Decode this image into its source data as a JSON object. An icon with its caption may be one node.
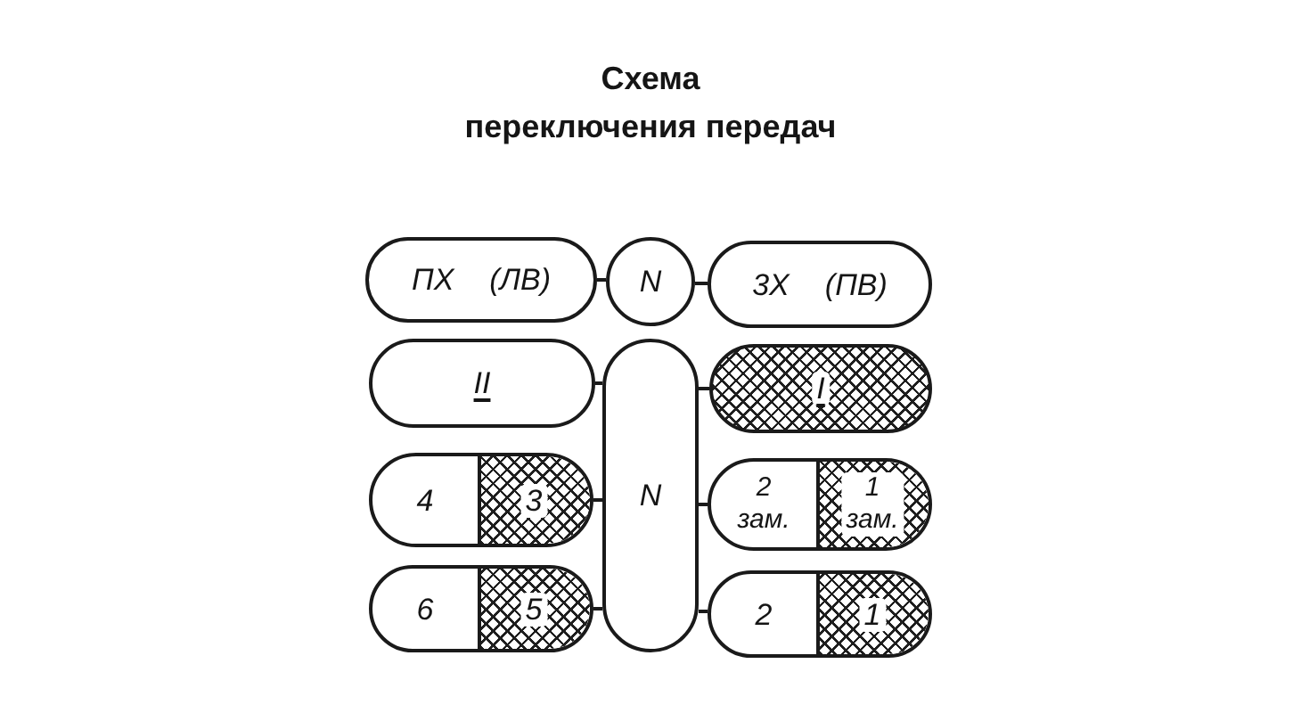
{
  "diagram": {
    "title": "Схема переключения передач",
    "nodes": [
      {
        "text": [
          "ПХ (ЛВ)"
        ]
      },
      {
        "text": [
          "N"
        ]
      },
      {
        "text": [
          "3Х (ПВ)"
        ]
      },
      {
        "text": [
          "II"
        ]
      },
      {
        "text": [
          "N"
        ]
      },
      {
        "text": [
          "I"
        ]
      },
      {
        "text": [
          "4",
          "3"
        ]
      },
      {
        "text": [
          "2 зам.",
          "1 зам."
        ]
      },
      {
        "text": [
          "6",
          "5"
        ]
      },
      {
        "text": [
          "2",
          "1"
        ]
      }
    ],
    "edges": [
      {
        "from": 0,
        "to": 1,
        "arrow": "none"
      },
      {
        "from": 1,
        "to": 2,
        "arrow": "none"
      },
      {
        "from": 3,
        "to": 4,
        "arrow": "none"
      },
      {
        "from": 4,
        "to": 5,
        "arrow": "none"
      },
      {
        "from": 6,
        "to": 4,
        "arrow": "none"
      },
      {
        "from": 4,
        "to": 7,
        "arrow": "none"
      },
      {
        "from": 8,
        "to": 4,
        "arrow": "none"
      },
      {
        "from": 4,
        "to": 9,
        "arrow": "none"
      }
    ]
  }
}
